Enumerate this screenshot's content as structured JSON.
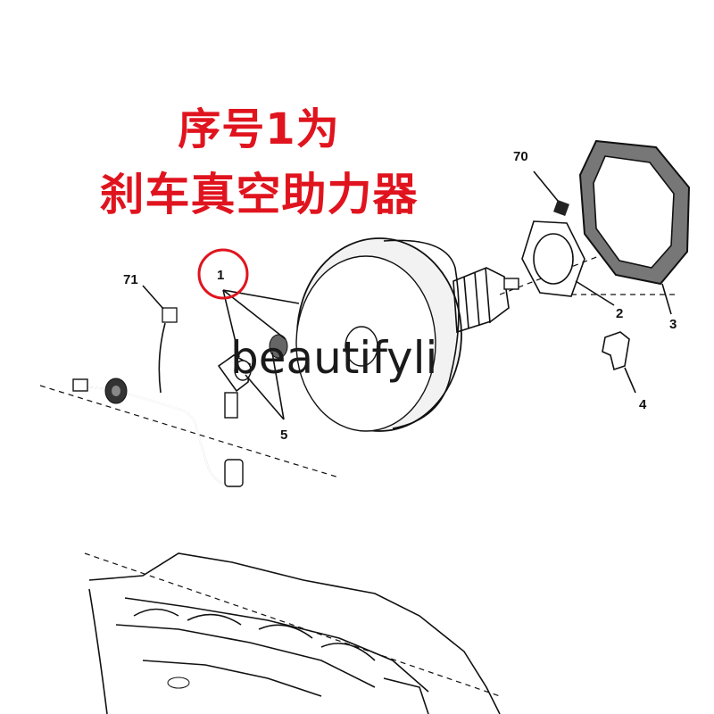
{
  "headline": {
    "line1": "序号1为",
    "line2": "刹车真空助力器"
  },
  "watermark": "beautifyli",
  "callouts": {
    "part_1": "1",
    "part_2": "2",
    "part_3": "3",
    "part_4": "4",
    "part_5": "5",
    "part_70": "70",
    "part_71": "71"
  },
  "colors": {
    "headline": "#e0141e",
    "highlight_circle": "#e0141e",
    "line": "#111111"
  }
}
